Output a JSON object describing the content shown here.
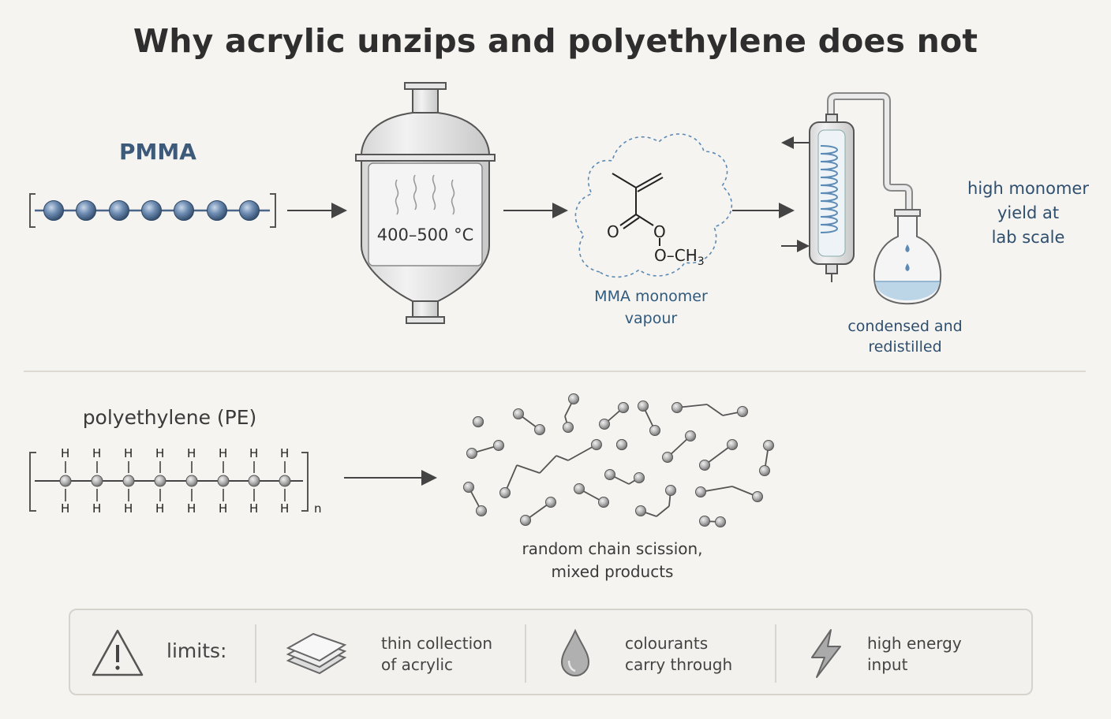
{
  "title": "Why acrylic unzips and polyethylene does not",
  "pmma": {
    "label": "PMMA",
    "temperature": "400–500 °C",
    "monomer_o_carbonyl": "O",
    "monomer_o_ester": "O",
    "monomer_methyl": "O–CH",
    "monomer_methyl_sub": "3",
    "monomer_caption_line1": "MMA monomer",
    "monomer_caption_line2": "vapour",
    "condenser_caption_line1": "condensed and",
    "condenser_caption_line2": "redistilled",
    "yield_line1": "high monomer",
    "yield_line2": "yield at",
    "yield_line3": "lab scale"
  },
  "pe": {
    "label": "polyethylene (PE)",
    "atom_h": "H",
    "repeat_n": "n",
    "scission_line1": "random chain scission,",
    "scission_line2": "mixed products"
  },
  "limits": {
    "label": "limits:",
    "items": [
      {
        "icon": "stacked-sheets-icon",
        "line1": "thin collection",
        "line2": "of acrylic"
      },
      {
        "icon": "droplet-icon",
        "line1": "colourants",
        "line2": "carry through"
      },
      {
        "icon": "lightning-icon",
        "line1": "high energy",
        "line2": "input"
      }
    ]
  },
  "colors": {
    "accent_blue": "#2f4f6f",
    "bead_blue": "#5a7aa0",
    "liquid": "#bcd6e8",
    "background": "#f6f4f0"
  }
}
